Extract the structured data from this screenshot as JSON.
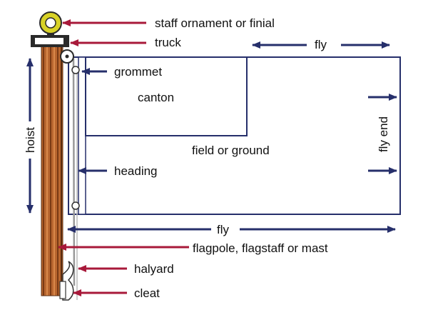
{
  "labels": {
    "finial": "staff ornament or finial",
    "truck": "truck",
    "fly_top": "fly",
    "grommet": "grommet",
    "canton": "canton",
    "hoist": "hoist",
    "field": "field or ground",
    "fly_end": "fly end",
    "heading": "heading",
    "fly_bottom": "fly",
    "pole": "flagpole, flagstaff or mast",
    "halyard": "halyard",
    "cleat": "cleat"
  },
  "colors": {
    "red_arrow": "#a8193a",
    "blue_arrow": "#262f6b",
    "flag_outline": "#262f6b",
    "pole_brown": "#a0522d",
    "pole_dark": "#5a2d10",
    "finial_gold": "#d8d227",
    "truck_dark": "#2a2a2a"
  }
}
